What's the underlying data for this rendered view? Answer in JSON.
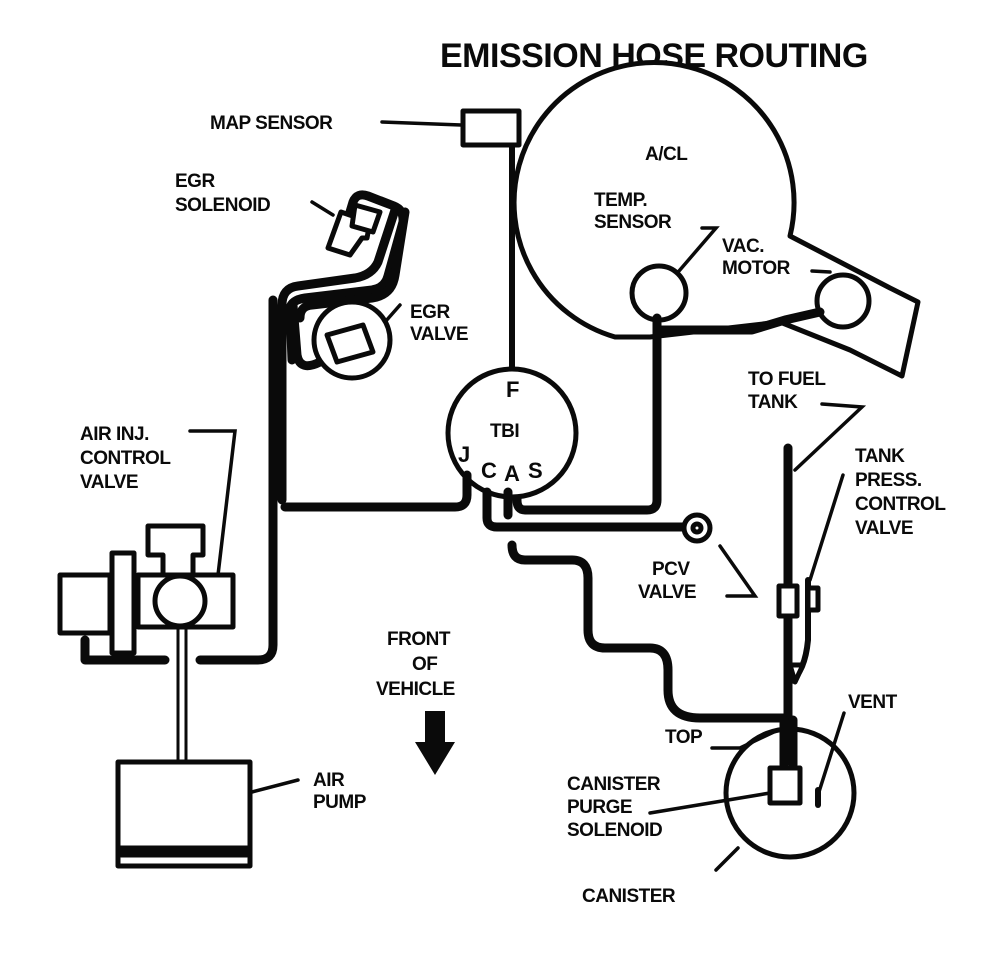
{
  "title": "EMISSION HOSE ROUTING",
  "labels": {
    "map_sensor": "MAP SENSOR",
    "egr_solenoid": [
      "EGR",
      "SOLENOID"
    ],
    "egr_valve": [
      "EGR",
      "VALVE"
    ],
    "acl": "A/CL",
    "temp_sensor": [
      "TEMP.",
      "SENSOR"
    ],
    "vac_motor": [
      "VAC.",
      "MOTOR"
    ],
    "to_fuel_tank": [
      "TO FUEL",
      "TANK"
    ],
    "tank_press_control_valve": [
      "TANK",
      "PRESS.",
      "CONTROL",
      "VALVE"
    ],
    "air_inj_control_valve": [
      "AIR INJ.",
      "CONTROL",
      "VALVE"
    ],
    "tbi": "TBI",
    "tbi_ports": {
      "f": "F",
      "j": "J",
      "c": "C",
      "a": "A",
      "s": "S"
    },
    "pcv_valve": [
      "PCV",
      "VALVE"
    ],
    "front_of_vehicle": [
      "FRONT",
      "OF",
      "VEHICLE"
    ],
    "air_pump": [
      "AIR",
      "PUMP"
    ],
    "top": "TOP",
    "vent": "VENT",
    "canister_purge_solenoid": [
      "CANISTER",
      "PURGE",
      "SOLENOID"
    ],
    "canister": "CANISTER"
  }
}
